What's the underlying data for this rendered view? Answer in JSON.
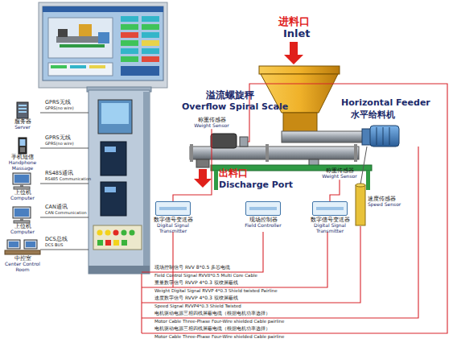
{
  "diagram": {
    "nodes": [
      {
        "text": [
          "服务器",
          "Server"
        ]
      },
      {
        "text": [
          "手机短信",
          "Handphone Massage"
        ]
      },
      {
        "text": [
          "上位机",
          "Computer"
        ]
      },
      {
        "text": [
          "上位机",
          "Computer"
        ]
      },
      {
        "text": [
          "中控室",
          "Center Control Room"
        ]
      },
      {
        "text": [
          "称重传感器",
          "Weight Sensor"
        ]
      },
      {
        "text": [
          "称重传感器",
          "Weight Sensor"
        ]
      },
      {
        "text": [
          "数字信号变送器",
          "Digital Signal Transmitter"
        ]
      },
      {
        "text": [
          "现场控制器",
          "Field Controller"
        ]
      },
      {
        "text": [
          "数字信号变送器",
          "Digital Signal Transmitter"
        ]
      },
      {
        "text": [
          "速度传感器",
          "Speed Sensor"
        ]
      }
    ],
    "edges": [
      {
        "from": 5,
        "to": 7,
        "arrow": "none"
      },
      {
        "from": 6,
        "to": 9,
        "arrow": "none"
      }
    ],
    "labels": [
      "进料口",
      "Inlet",
      "溢流螺旋秤",
      "Overflow Spiral Scale",
      "Horizontal Feeder",
      "水平给料机",
      "出料口",
      "Discharge Port",
      "GPRS无线",
      "GPRS(no wire)",
      "GPRS无线",
      "GPRS(no wire)",
      "RS485通讯",
      "RS485 Communication",
      "CAN通讯",
      "CAN Communication",
      "DCS总线",
      "DCS BUS",
      "现场控制信号 RVV 8*0.5 多芯电缆",
      "Field Control Signal RVV8*0.5 Multi Core Cable",
      "重量数字信号 RVVP 4*0.3 双绞屏蔽线",
      "Weight Digital Signal RVVP 4*0.3 Shield twisted Pairline",
      "速度数字信号 RVVP 4*0.3 双绞屏蔽线",
      "Speed Signal RVVP4*0.3 Shield Twisted",
      "电机驱动电源三相四线屏蔽电缆（根据电机功率选择）",
      "Motor Cable Three-Phase Four-Wire shielded Cable pairline",
      "电机驱动电源三相四线屏蔽电缆（根据电机功率选择）",
      "Motor Cable Three-Phase Four-Wire shielded Cable pairline"
    ]
  }
}
